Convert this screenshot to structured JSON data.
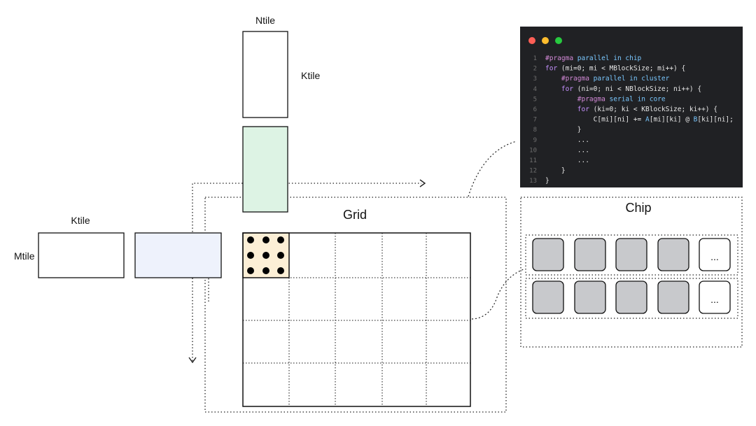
{
  "labels": {
    "ntile": "Ntile",
    "ktile_top": "Ktile",
    "ktile_left": "Ktile",
    "mtile": "Mtile",
    "grid": "Grid",
    "chip": "Chip",
    "ellipsis": "..."
  },
  "colors": {
    "a_tile_fill": "#eef2fc",
    "b_tile_fill": "#ddf3e4",
    "highlight_cell_fill": "#fcefd6",
    "core_fill": "#c8c9cc",
    "editor_bg": "#202124",
    "keyword_pragma": "#d48ad8",
    "keyword_for": "#c691ff",
    "directive": "#7ac8ff",
    "code_text": "#e8e8e8",
    "window_red": "#ff5f56",
    "window_yellow": "#ffbd2e",
    "window_green": "#27c93f"
  },
  "code": {
    "line_numbers": [
      "1",
      "2",
      "3",
      "4",
      "5",
      "6",
      "7",
      "8",
      "9",
      "10",
      "11",
      "12",
      "13"
    ],
    "lines": [
      [
        {
          "t": "#pragma ",
          "c": "pragma"
        },
        {
          "t": "parallel in chip",
          "c": "directive"
        }
      ],
      [
        {
          "t": "for ",
          "c": "kw"
        },
        {
          "t": "(mi=0; mi < MBlockSize; mi++) {",
          "c": "text"
        }
      ],
      [
        {
          "t": "    ",
          "c": "text"
        },
        {
          "t": "#pragma ",
          "c": "pragma"
        },
        {
          "t": "parallel in cluster",
          "c": "directive"
        }
      ],
      [
        {
          "t": "    ",
          "c": "text"
        },
        {
          "t": "for ",
          "c": "kw"
        },
        {
          "t": "(ni=0; ni < NBlockSize; ni++) {",
          "c": "text"
        }
      ],
      [
        {
          "t": "        ",
          "c": "text"
        },
        {
          "t": "#pragma ",
          "c": "pragma"
        },
        {
          "t": "serial in core",
          "c": "directive"
        }
      ],
      [
        {
          "t": "        ",
          "c": "text"
        },
        {
          "t": "for ",
          "c": "kw"
        },
        {
          "t": "(ki=0; ki < KBlockSize; ki++) {",
          "c": "text"
        }
      ],
      [
        {
          "t": "            ",
          "c": "text"
        },
        {
          "t": "C[mi][ni] += ",
          "c": "text"
        },
        {
          "t": "A[mi][ki] @ B[ki][ni];",
          "c": "mixed"
        }
      ],
      [
        {
          "t": "        }",
          "c": "text"
        }
      ],
      [
        {
          "t": "        ...",
          "c": "text"
        }
      ],
      [
        {
          "t": "        ...",
          "c": "text"
        }
      ],
      [
        {
          "t": "        ...",
          "c": "text"
        }
      ],
      [
        {
          "t": "    }",
          "c": "text"
        }
      ],
      [
        {
          "t": "}",
          "c": "text"
        }
      ]
    ]
  }
}
